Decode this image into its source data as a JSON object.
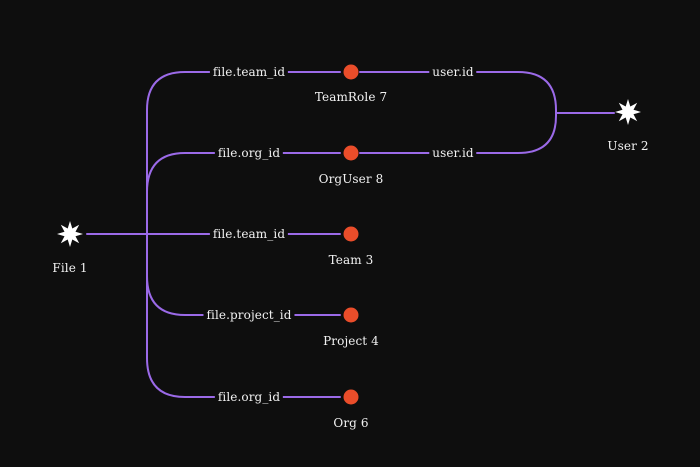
{
  "colors": {
    "background": "#0e0e0e",
    "edge": "#9b6ae8",
    "node_dot": "#ea4d2a",
    "star": "#ffffff",
    "text": "#f2f2f2"
  },
  "sources": {
    "file": {
      "label": "File 1",
      "icon": "starburst-icon"
    },
    "user": {
      "label": "User 2",
      "icon": "starburst-icon"
    }
  },
  "nodes": {
    "teamrole": {
      "label": "TeamRole 7",
      "file_edge": "file.team_id",
      "user_edge": "user.id"
    },
    "orguser": {
      "label": "OrgUser 8",
      "file_edge": "file.org_id",
      "user_edge": "user.id"
    },
    "team": {
      "label": "Team 3",
      "file_edge": "file.team_id"
    },
    "project": {
      "label": "Project 4",
      "file_edge": "file.project_id"
    },
    "org": {
      "label": "Org 6",
      "file_edge": "file.org_id"
    }
  }
}
